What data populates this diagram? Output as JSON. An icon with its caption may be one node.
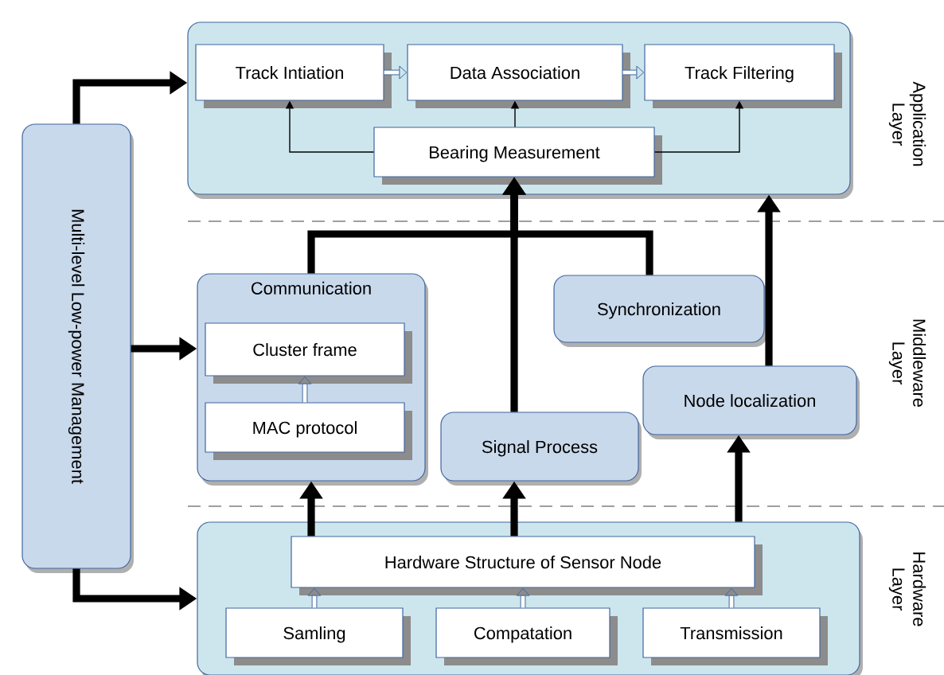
{
  "diagram": {
    "nodes": [
      {
        "text": [],
        "shape": "box"
      },
      {
        "text": [
          "Track Intiation"
        ],
        "in": 0
      },
      {
        "text": [
          "Data Association"
        ],
        "in": 0
      },
      {
        "text": [
          "Track Filtering"
        ],
        "in": 0
      },
      {
        "text": [
          "Bearing Measurement"
        ],
        "in": 0
      },
      {
        "text": [
          "Multi-level Low-power Management"
        ]
      },
      {
        "text": [
          "Communication"
        ]
      },
      {
        "text": [
          "Cluster frame"
        ],
        "in": 6
      },
      {
        "text": [
          "MAC protocol"
        ],
        "in": 6
      },
      {
        "text": [
          "Synchronization"
        ]
      },
      {
        "text": [
          "Signal Process"
        ]
      },
      {
        "text": [
          "Node localization"
        ]
      },
      {
        "text": [],
        "shape": "box"
      },
      {
        "text": [
          "Hardware Structure of Sensor Node"
        ],
        "in": 12
      },
      {
        "text": [
          "Samling"
        ],
        "in": 12
      },
      {
        "text": [
          "Compatation"
        ],
        "in": 12
      },
      {
        "text": [
          "Transmission"
        ],
        "in": 12
      }
    ],
    "edges": [
      {
        "from": 1,
        "to": 2,
        "arrow": "to",
        "color": "#41679e"
      },
      {
        "from": 2,
        "to": 3,
        "arrow": "to",
        "color": "#41679e"
      },
      {
        "from": 4,
        "to": 1,
        "arrow": "to",
        "color": "#000000"
      },
      {
        "from": 4,
        "to": 2,
        "arrow": "to",
        "color": "#000000"
      },
      {
        "from": 4,
        "to": 3,
        "arrow": "to",
        "color": "#000000"
      },
      {
        "from": 5,
        "to": 0,
        "arrow": "to"
      },
      {
        "from": 5,
        "to": 6,
        "arrow": "to"
      },
      {
        "from": 5,
        "to": 12,
        "arrow": "to"
      },
      {
        "from": 8,
        "to": 7,
        "arrow": "to",
        "color": "#41679e"
      },
      {
        "from": 6,
        "to": 4,
        "arrow": "to"
      },
      {
        "from": 10,
        "to": 4,
        "arrow": "to"
      },
      {
        "from": 9,
        "to": 4,
        "arrow": "to"
      },
      {
        "from": 14,
        "to": 13,
        "arrow": "to",
        "color": "#41679e"
      },
      {
        "from": 15,
        "to": 13,
        "arrow": "to",
        "color": "#41679e"
      },
      {
        "from": 16,
        "to": 13,
        "arrow": "to",
        "color": "#41679e"
      },
      {
        "from": 13,
        "to": 6,
        "arrow": "to"
      },
      {
        "from": 13,
        "to": 10,
        "arrow": "to"
      },
      {
        "from": 12,
        "to": 11,
        "arrow": "to"
      },
      {
        "from": 11,
        "to": 0,
        "arrow": "to"
      }
    ],
    "labels": [
      "Application Layer",
      "Middleware Layer",
      "Hardware Layer"
    ]
  }
}
